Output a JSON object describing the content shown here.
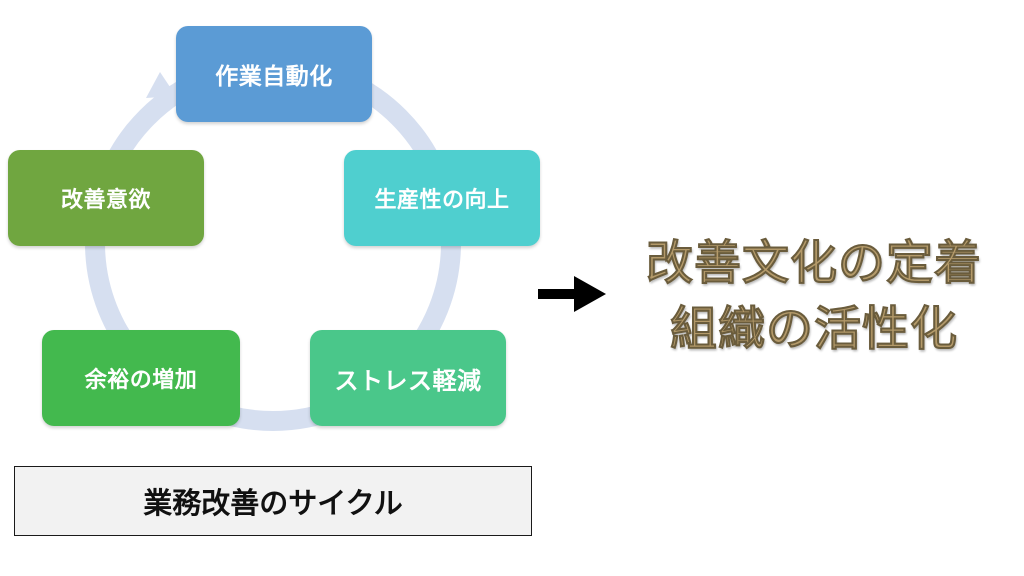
{
  "cycle": {
    "nodes": [
      {
        "label": "作業自動化",
        "color": "#5b9bd5"
      },
      {
        "label": "生産性の向上",
        "color": "#4fcfcf"
      },
      {
        "label": "ストレス軽減",
        "color": "#4ac78a"
      },
      {
        "label": "余裕の増加",
        "color": "#43b94e"
      },
      {
        "label": "改善意欲",
        "color": "#70a640"
      }
    ],
    "ring_color": "#d6dff0",
    "caption": "業務改善のサイクル"
  },
  "result": {
    "lines": [
      "改善文化の定着",
      "組織の活性化"
    ],
    "color": "#b49a6a"
  },
  "icons": {
    "flow_arrow": "right-arrow-icon",
    "cycle_arrowhead": "cycle-arrowhead-icon"
  }
}
